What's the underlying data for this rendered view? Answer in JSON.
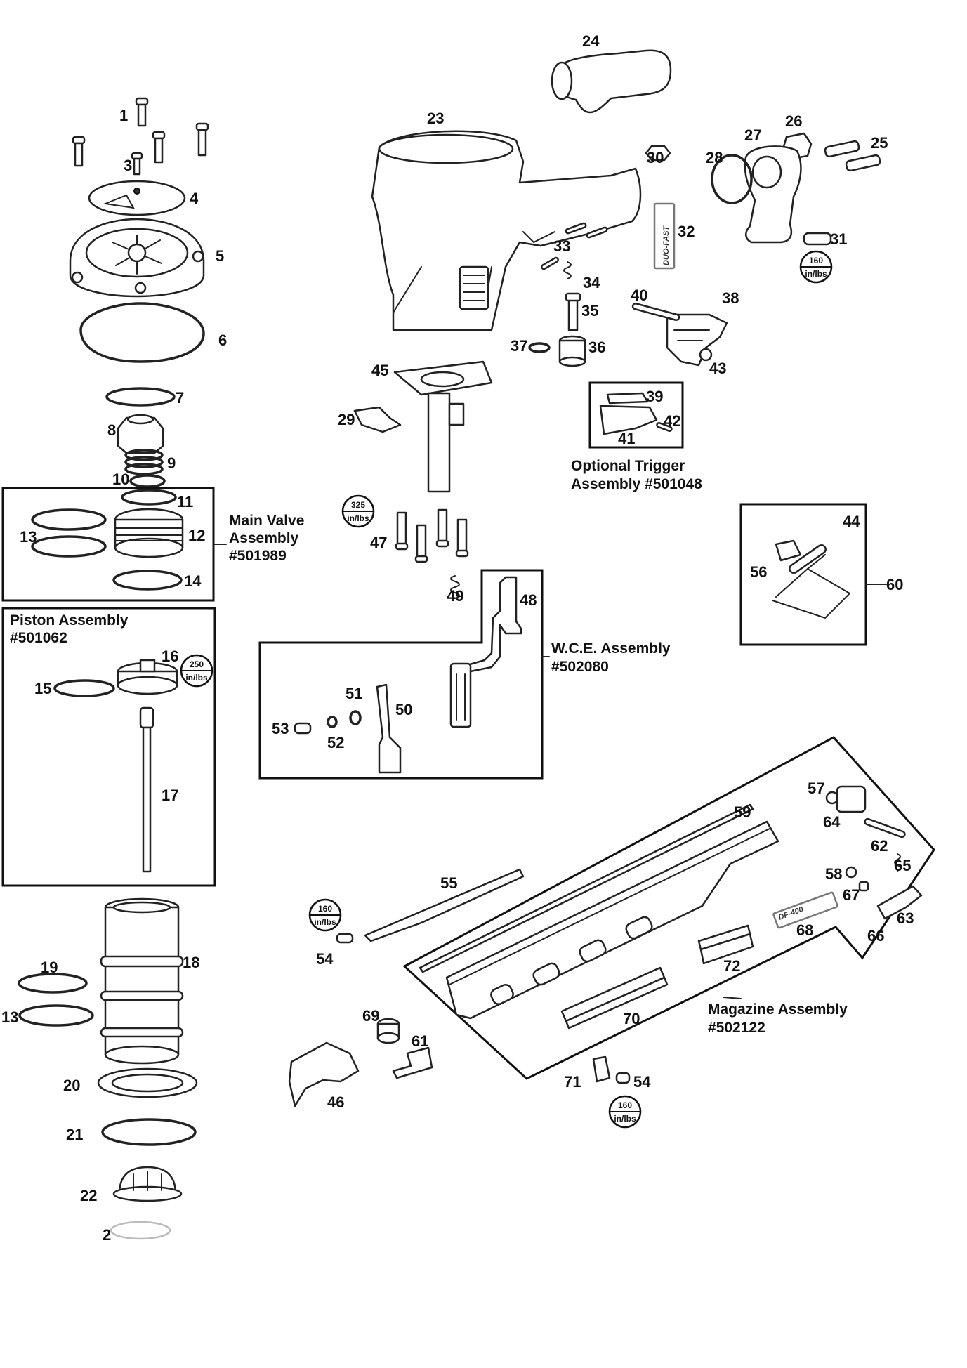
{
  "diagram": {
    "labels": {
      "n1": "1",
      "n2": "2",
      "n3": "3",
      "n4": "4",
      "n5": "5",
      "n6": "6",
      "n7": "7",
      "n8": "8",
      "n9": "9",
      "n10": "10",
      "n11": "11",
      "n12": "12",
      "n13a": "13",
      "n13b": "13",
      "n14": "14",
      "n15": "15",
      "n16": "16",
      "n17": "17",
      "n18": "18",
      "n19": "19",
      "n20": "20",
      "n21": "21",
      "n22": "22",
      "n23": "23",
      "n24": "24",
      "n25": "25",
      "n26": "26",
      "n27": "27",
      "n28": "28",
      "n29": "29",
      "n30": "30",
      "n31": "31",
      "n32": "32",
      "n33": "33",
      "n34": "34",
      "n35": "35",
      "n36": "36",
      "n37": "37",
      "n38": "38",
      "n39": "39",
      "n40": "40",
      "n41": "41",
      "n42": "42",
      "n43": "43",
      "n44": "44",
      "n45": "45",
      "n46": "46",
      "n47": "47",
      "n48": "48",
      "n49": "49",
      "n50": "50",
      "n51": "51",
      "n52": "52",
      "n53": "53",
      "n54a": "54",
      "n54b": "54",
      "n55": "55",
      "n56": "56",
      "n57": "57",
      "n58": "58",
      "n59": "59",
      "n60": "60",
      "n61": "61",
      "n62": "62",
      "n63": "63",
      "n64": "64",
      "n65": "65",
      "n66": "66",
      "n67": "67",
      "n68": "68",
      "n69": "69",
      "n70": "70",
      "n71": "71",
      "n72": "72"
    },
    "assemblies": {
      "main_valve": {
        "line1": "Main Valve",
        "line2": "Assembly",
        "line3": "#501989"
      },
      "piston": {
        "line1": "Piston Assembly",
        "line2": "#501062"
      },
      "trigger": {
        "line1": "Optional Trigger",
        "line2": "Assembly #501048"
      },
      "wce": {
        "line1": "W.C.E. Assembly",
        "line2": "#502080"
      },
      "magazine": {
        "line1": "Magazine Assembly",
        "line2": "#502122"
      }
    },
    "torque": {
      "t31": {
        "value": "160",
        "unit": "in/lbs"
      },
      "t47": {
        "value": "325",
        "unit": "in/lbs"
      },
      "t16": {
        "value": "250",
        "unit": "in/lbs"
      },
      "t54a": {
        "value": "160",
        "unit": "in/lbs"
      },
      "t54b": {
        "value": "160",
        "unit": "in/lbs"
      }
    },
    "brand_text": {
      "label32": "DUO-FAST",
      "label68": "DF-400"
    }
  }
}
